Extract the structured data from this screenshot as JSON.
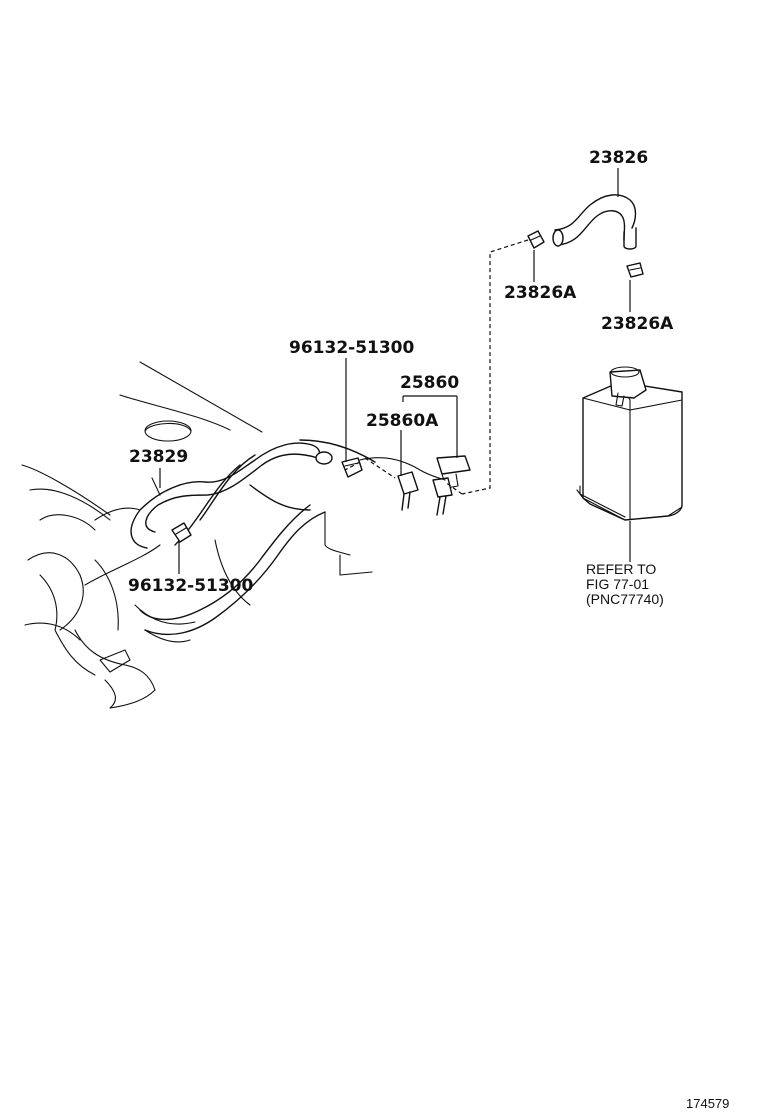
{
  "labels": {
    "hose_top": "23826",
    "clamp_top_left": "23826A",
    "clamp_top_right": "23826A",
    "clamp_upper": "96132-51300",
    "valve": "25860",
    "valve_sub": "25860A",
    "hose_left": "23829",
    "clamp_lower": "96132-51300"
  },
  "refer": {
    "line1": "REFER TO",
    "line2": "FIG 77-01",
    "line3": "(PNC77740)"
  },
  "footer": {
    "code": "174579"
  },
  "colors": {
    "ink": "#111111",
    "background": "#ffffff"
  }
}
